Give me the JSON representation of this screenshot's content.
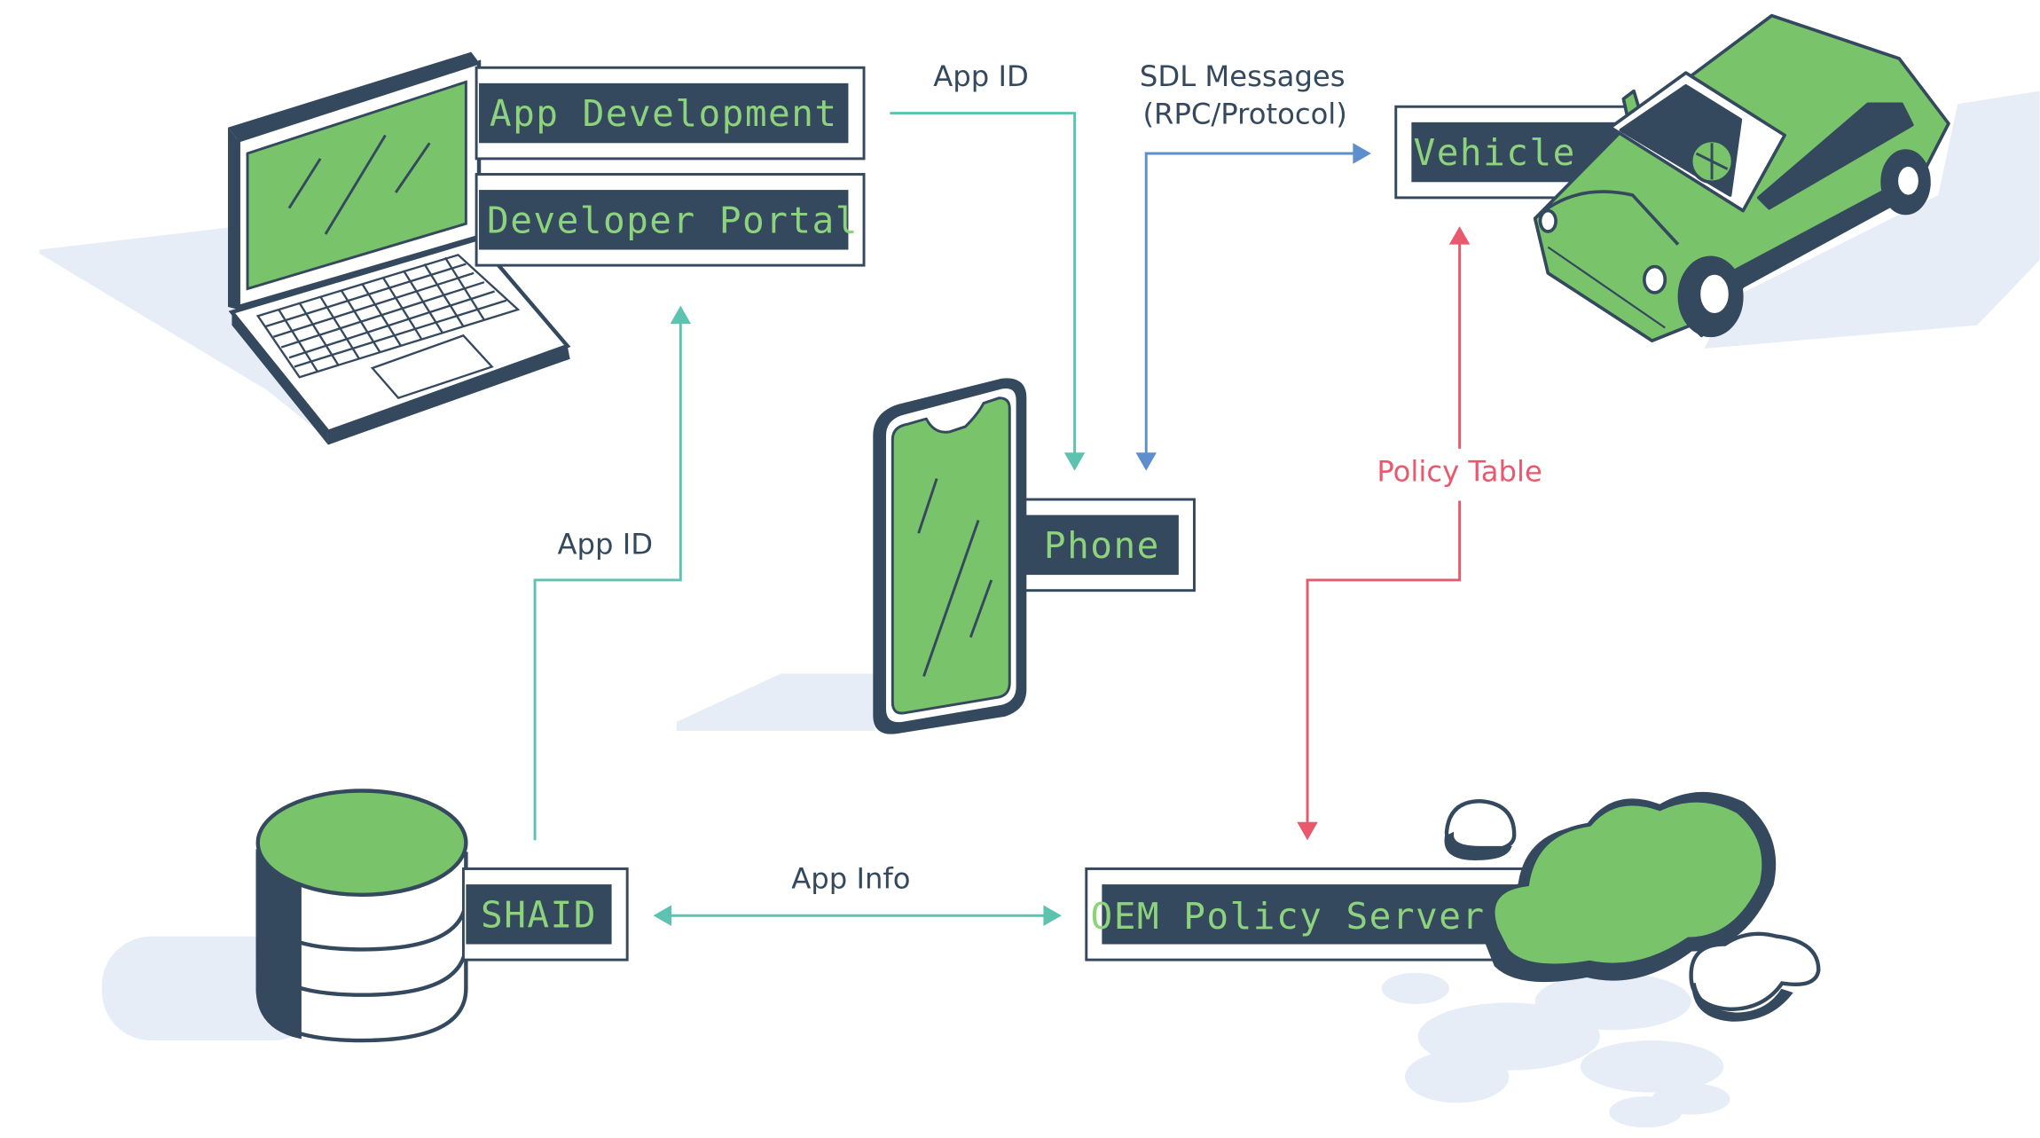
{
  "nodes": {
    "app_development": "App Development",
    "developer_portal": "Developer Portal",
    "vehicle": "Vehicle",
    "phone": "Phone",
    "shaid": "SHAID",
    "oem_policy_server": "OEM Policy Server"
  },
  "edges": {
    "app_id_top": "App ID",
    "sdl_messages_line1": "SDL Messages",
    "sdl_messages_line2": "(RPC/Protocol)",
    "app_id_left": "App ID",
    "policy_table": "Policy Table",
    "app_info": "App Info"
  },
  "colors": {
    "dark": "#34495e",
    "green": "#79c36b",
    "green_text": "#8dd27c",
    "shadow": "#e6edf7",
    "teal": "#5ec2b1",
    "blue": "#5d8fcf",
    "red": "#e8596d"
  }
}
